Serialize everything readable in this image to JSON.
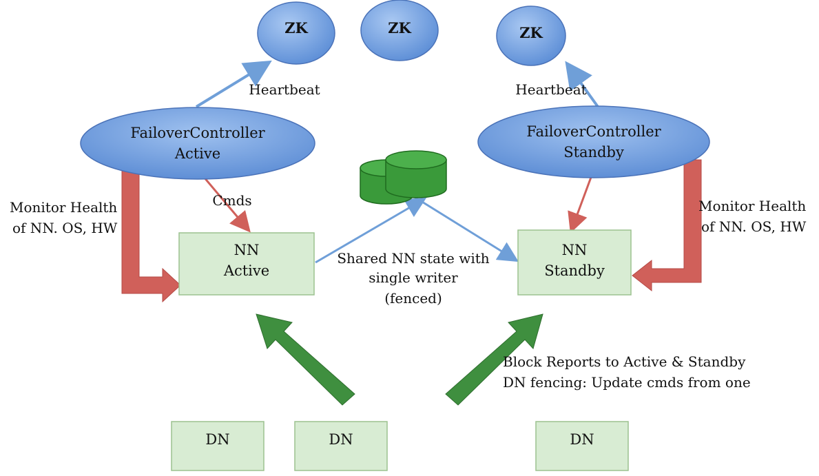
{
  "colors": {
    "zk_fill": "#6f9fe0",
    "zk_stroke": "#4a72b8",
    "box_fill": "#d8ecd3",
    "box_stroke": "#9cc28f",
    "db_fill": "#3a9a3a",
    "db_stroke": "#1f6b1f",
    "red_arrow": "#d0605a",
    "blue_arrow": "#6f9fd8",
    "green_arrow": "#3f8f3f"
  },
  "zk": [
    {
      "label": "ZK",
      "icon": "zookeeper-node"
    },
    {
      "label": "ZK",
      "icon": "zookeeper-node"
    },
    {
      "label": "ZK",
      "icon": "zookeeper-node"
    }
  ],
  "failover_active": {
    "line1": "FailoverController",
    "line2": "Active"
  },
  "failover_standby": {
    "line1": "FailoverController",
    "line2": "Standby"
  },
  "heartbeat_left": "Heartbeat",
  "heartbeat_right": "Heartbeat",
  "cmds": "Cmds",
  "monitor_left": {
    "line1": "Monitor Health",
    "line2": "of NN. OS, HW"
  },
  "monitor_right": {
    "line1": "Monitor Health",
    "line2": "of NN. OS, HW"
  },
  "nn_active": {
    "line1": "NN",
    "line2": "Active"
  },
  "nn_standby": {
    "line1": "NN",
    "line2": "Standby"
  },
  "shared_state": {
    "line1": "Shared NN state with",
    "line2": "single writer",
    "line3": "(fenced)"
  },
  "block_reports": {
    "line1": "Block Reports to Active & Standby",
    "line2": "DN fencing: Update cmds from one"
  },
  "dn": [
    {
      "label": "DN"
    },
    {
      "label": "DN"
    },
    {
      "label": "DN"
    }
  ],
  "storage_icon": "shared-storage-cylinder-icon"
}
